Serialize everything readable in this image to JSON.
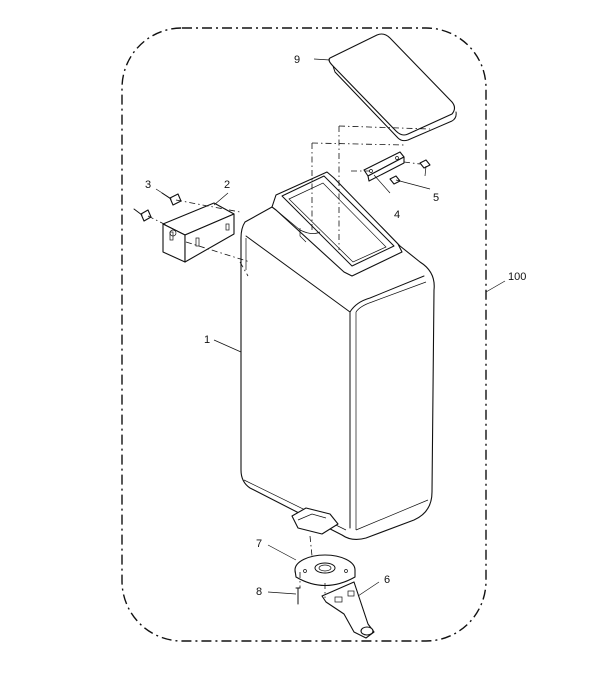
{
  "callouts": {
    "c1": "1",
    "c2": "2",
    "c3": "3",
    "c4": "4",
    "c5": "5",
    "c6": "6",
    "c7": "7",
    "c8": "8",
    "c9": "9",
    "c100": "100"
  }
}
